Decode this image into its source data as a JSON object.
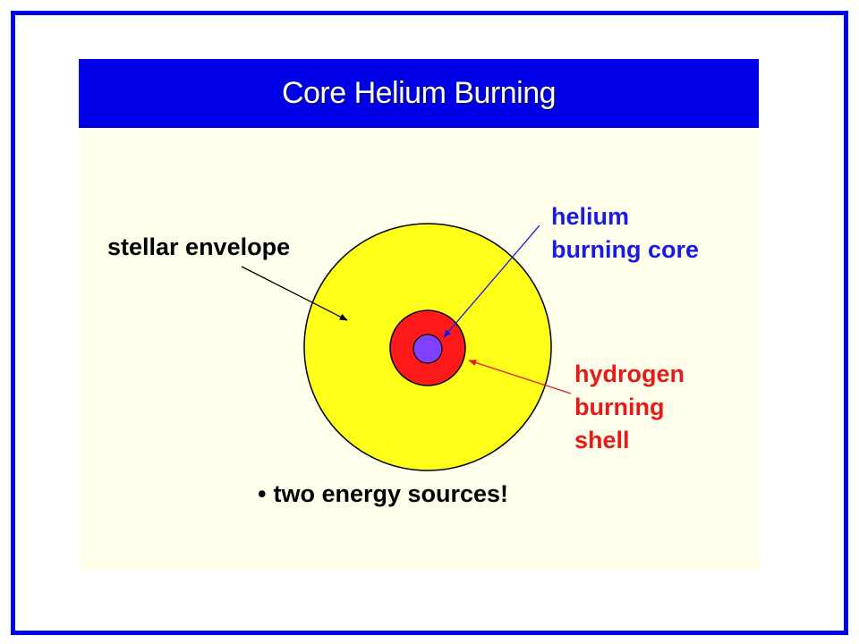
{
  "title": "Core Helium Burning",
  "labels": {
    "stellar_envelope": "stellar envelope",
    "helium_core_line1": "helium",
    "helium_core_line2": "burning core",
    "hydrogen_shell_line1": "hydrogen",
    "hydrogen_shell_line2": "burning",
    "hydrogen_shell_line3": "shell"
  },
  "bullet": {
    "marker": "•",
    "text": "two energy sources!"
  },
  "colors": {
    "frame_border": "#0000e6",
    "title_bar": "#0000e6",
    "slide_background": "#ffffec",
    "envelope": "#ffff1a",
    "hydrogen_shell": "#ff1a1a",
    "helium_core": "#8040ff",
    "helium_label": "#1a1ae6",
    "hydrogen_label": "#e61a1a"
  }
}
